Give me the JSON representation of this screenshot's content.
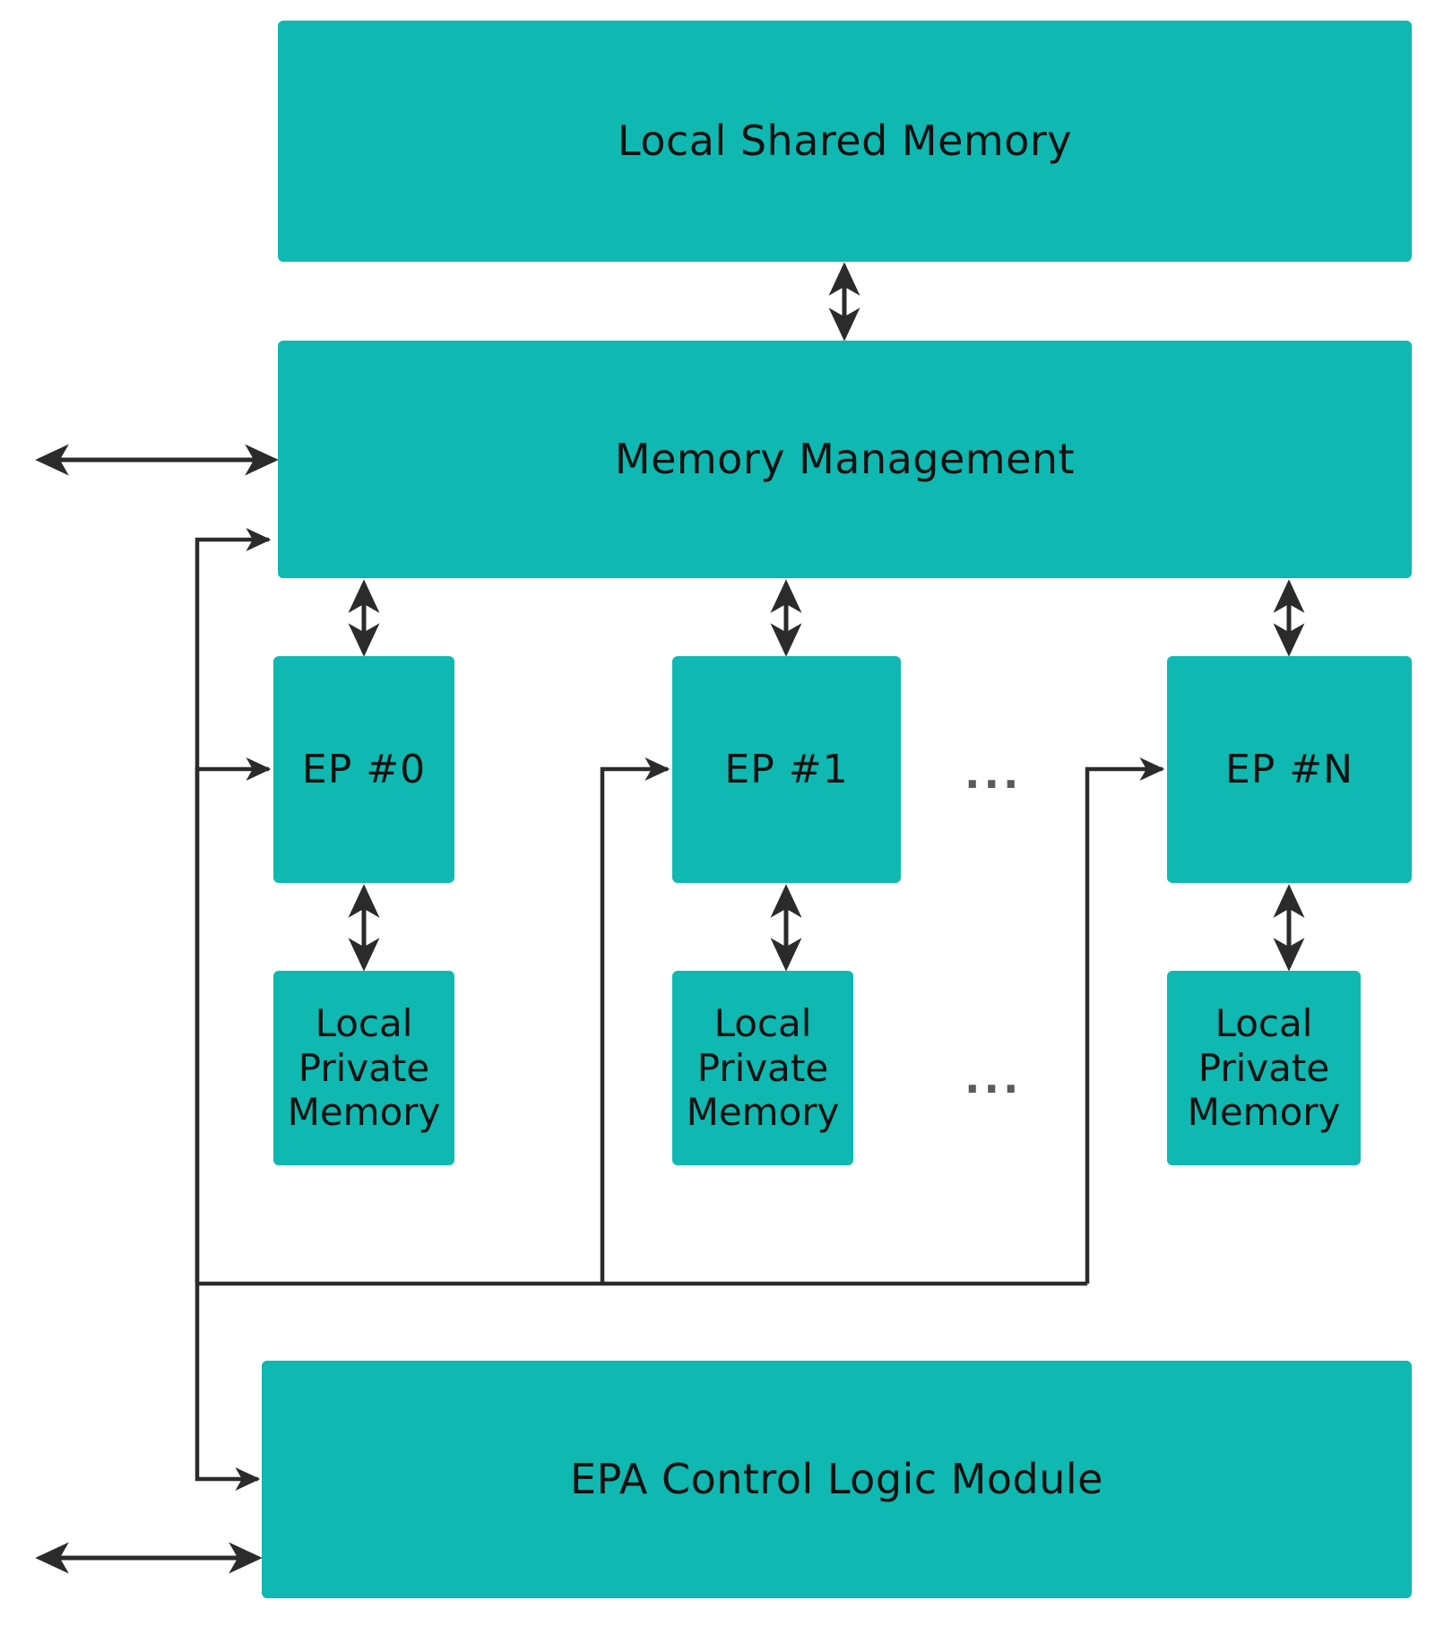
{
  "diagram": {
    "title": "EPA processor architecture block diagram",
    "colors": {
      "block_fill": "#0fb8b0",
      "line": "#2b2b2b",
      "text": "#111111"
    },
    "blocks": {
      "local_shared_memory": {
        "label": "Local Shared Memory"
      },
      "memory_management": {
        "label": "Memory Management"
      },
      "epa_control_logic": {
        "label": "EPA Control Logic Module"
      },
      "ep0": {
        "label": "EP #0"
      },
      "ep1": {
        "label": "EP #1"
      },
      "epN": {
        "label": "EP #N"
      },
      "lpm0": {
        "label": "Local\nPrivate\nMemory"
      },
      "lpm1": {
        "label": "Local\nPrivate\nMemory"
      },
      "lpmN": {
        "label": "Local\nPrivate\nMemory"
      }
    },
    "ellipses": {
      "ep_row": "...",
      "lpm_row": "..."
    },
    "connectors": [
      {
        "name": "lsm-to-mm",
        "type": "bidirectional-vertical"
      },
      {
        "name": "external-to-mm",
        "type": "bidirectional-horizontal"
      },
      {
        "name": "ctrl-to-mm",
        "type": "directed-horizontal"
      },
      {
        "name": "mm-to-ep0",
        "type": "bidirectional-vertical"
      },
      {
        "name": "mm-to-ep1",
        "type": "bidirectional-vertical"
      },
      {
        "name": "mm-to-epN",
        "type": "bidirectional-vertical"
      },
      {
        "name": "ep0-to-lpm0",
        "type": "bidirectional-vertical"
      },
      {
        "name": "ep1-to-lpm1",
        "type": "bidirectional-vertical"
      },
      {
        "name": "epN-to-lpmN",
        "type": "bidirectional-vertical"
      },
      {
        "name": "ctrl-bus-to-ep0",
        "type": "directed-horizontal"
      },
      {
        "name": "ctrl-bus-to-ep1",
        "type": "directed-horizontal"
      },
      {
        "name": "ctrl-bus-to-epN",
        "type": "directed-horizontal"
      },
      {
        "name": "ctrl-bus-to-epa",
        "type": "directed-horizontal"
      },
      {
        "name": "external-to-epa",
        "type": "bidirectional-horizontal"
      }
    ]
  }
}
